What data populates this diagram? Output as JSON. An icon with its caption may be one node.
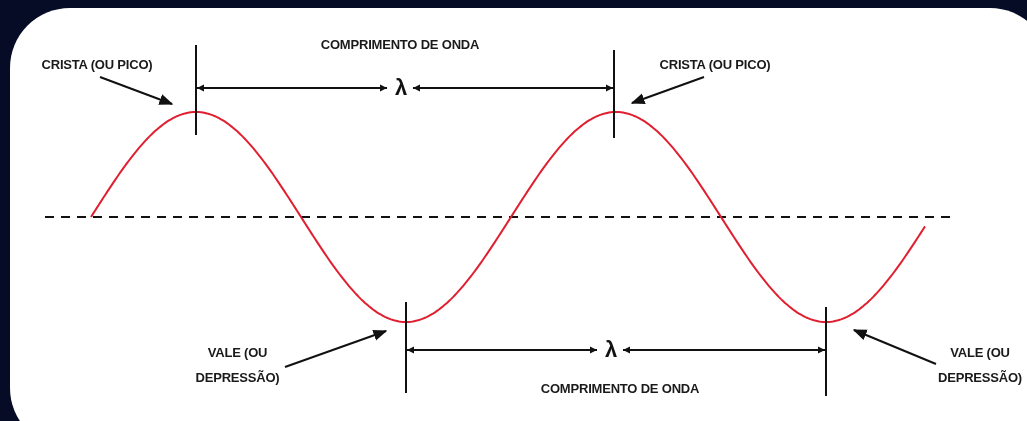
{
  "diagram": {
    "nodes": [
      {
        "text": [
          "CRISTA (OU PICO)"
        ]
      },
      {
        "text": [
          "CRISTA (OU PICO)"
        ]
      },
      {
        "text": [
          "VALE (OU DEPRESSÃO)"
        ]
      },
      {
        "text": [
          "VALE (OU DEPRESSÃO)"
        ]
      }
    ],
    "edges": [
      {
        "from": 0,
        "to": null,
        "arrow": "to"
      },
      {
        "from": 1,
        "to": null,
        "arrow": "to"
      },
      {
        "from": 2,
        "to": null,
        "arrow": "to"
      },
      {
        "from": 3,
        "to": null,
        "arrow": "to"
      }
    ],
    "labels": [
      "COMPRIMENTO DE ONDA",
      "λ",
      "λ",
      "COMPRIMENTO DE ONDA"
    ]
  }
}
